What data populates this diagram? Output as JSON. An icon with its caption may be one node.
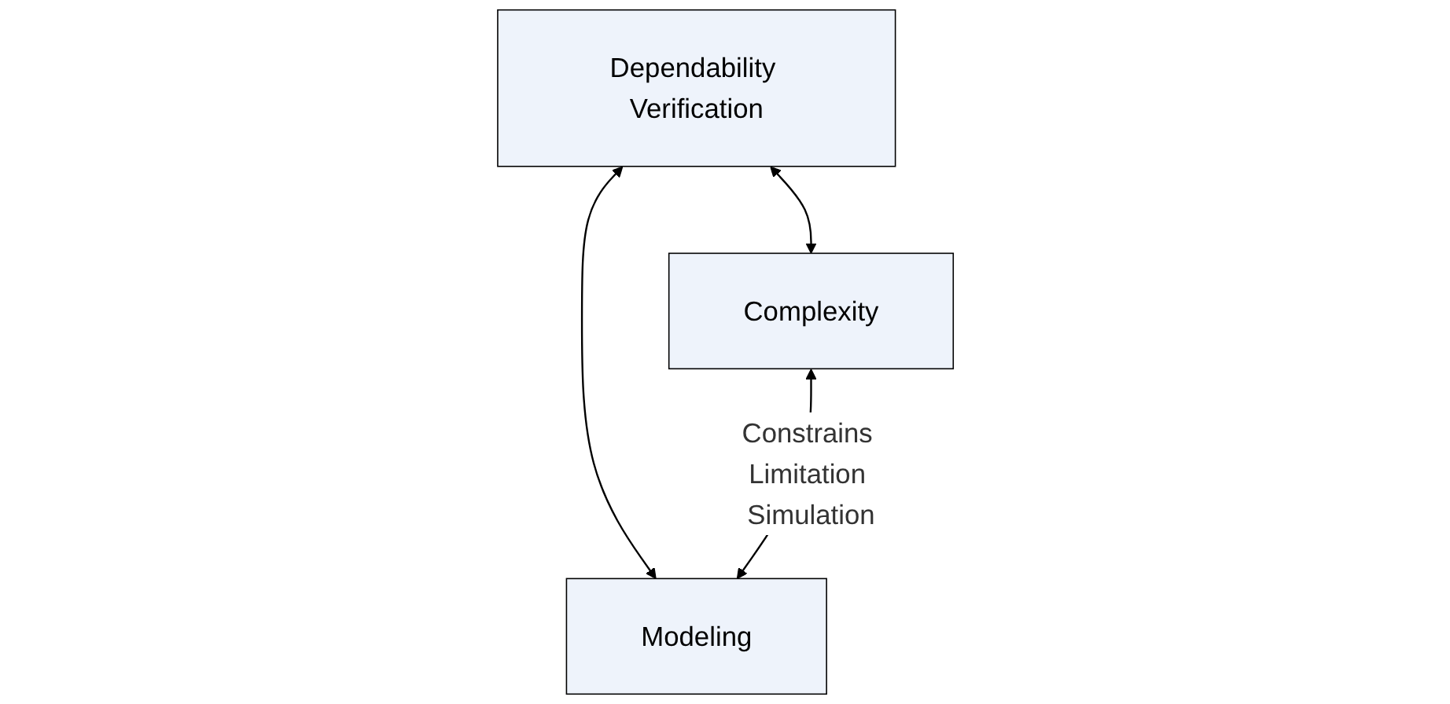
{
  "diagram": {
    "nodes": [
      {
        "text": [
          "Dependability Verification"
        ]
      },
      {
        "text": [
          "Complexity"
        ]
      },
      {
        "text": [
          "Modeling"
        ]
      }
    ],
    "edges": [
      {
        "from": 0,
        "to": 1,
        "arrow": "both"
      },
      {
        "from": 0,
        "to": 2,
        "arrow": "both"
      },
      {
        "from": 1,
        "to": 2,
        "arrow": "both",
        "label": "Constrains Limitation Simulation"
      }
    ]
  }
}
